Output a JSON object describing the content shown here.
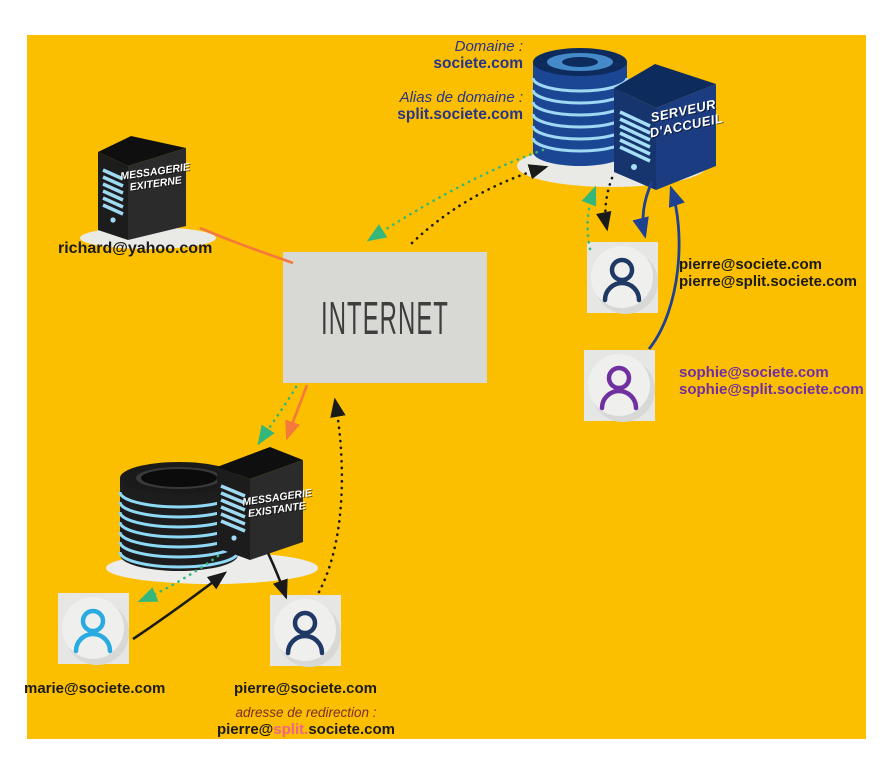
{
  "accueil": {
    "domain_label": "Domaine :",
    "domain_value": "societe.com",
    "alias_label": "Alias de domaine :",
    "alias_value": "split.societe.com",
    "server_line1": "SERVEUR",
    "server_line2": "D'ACCUEIL"
  },
  "externe": {
    "line1": "MESSAGERIE",
    "line2": "EXITERNE",
    "email": "richard@yahoo.com"
  },
  "internet": {
    "label": "INTERNET"
  },
  "existante": {
    "line1": "MESSAGERIE",
    "line2": "EXISTANTE"
  },
  "marie": {
    "email": "marie@societe.com"
  },
  "pierre_bottom": {
    "email": "pierre@societe.com",
    "redirect_label": "adresse de redirection :",
    "redirect_prefix": "pierre@",
    "redirect_split": "split.",
    "redirect_suffix": "societe.com"
  },
  "pierre_right": {
    "email1": "pierre@societe.com",
    "email2": "pierre@split.societe.com"
  },
  "sophie": {
    "email1": "sophie@societe.com",
    "email2": "sophie@split.societe.com"
  },
  "icons": {
    "marie": "person-icon",
    "pierre_bottom": "person-icon",
    "pierre_right": "person-icon",
    "sophie": "person-icon",
    "databases": "database-icon",
    "servers": "server-tower-icon"
  },
  "colors": {
    "background": "#FCBF00",
    "navy_text": "#27348B",
    "db_blue": "#1B4693",
    "db_dark_navy": "#0D2B5C",
    "ring_light_blue": "#9FD8F2",
    "server_dark": "#262626",
    "internet_gray": "#D8D8D5",
    "arrow_green": "#34B77A",
    "arrow_orange": "#F4793B",
    "arrow_blue": "#1E4191",
    "arrow_black": "#1A1A1A",
    "marie_blue": "#29ABE2",
    "pierre_navy": "#1F3864",
    "sophie_purple": "#7030A0",
    "redirect_maroon": "#7B2D26",
    "split_pink": "#F0648C"
  }
}
